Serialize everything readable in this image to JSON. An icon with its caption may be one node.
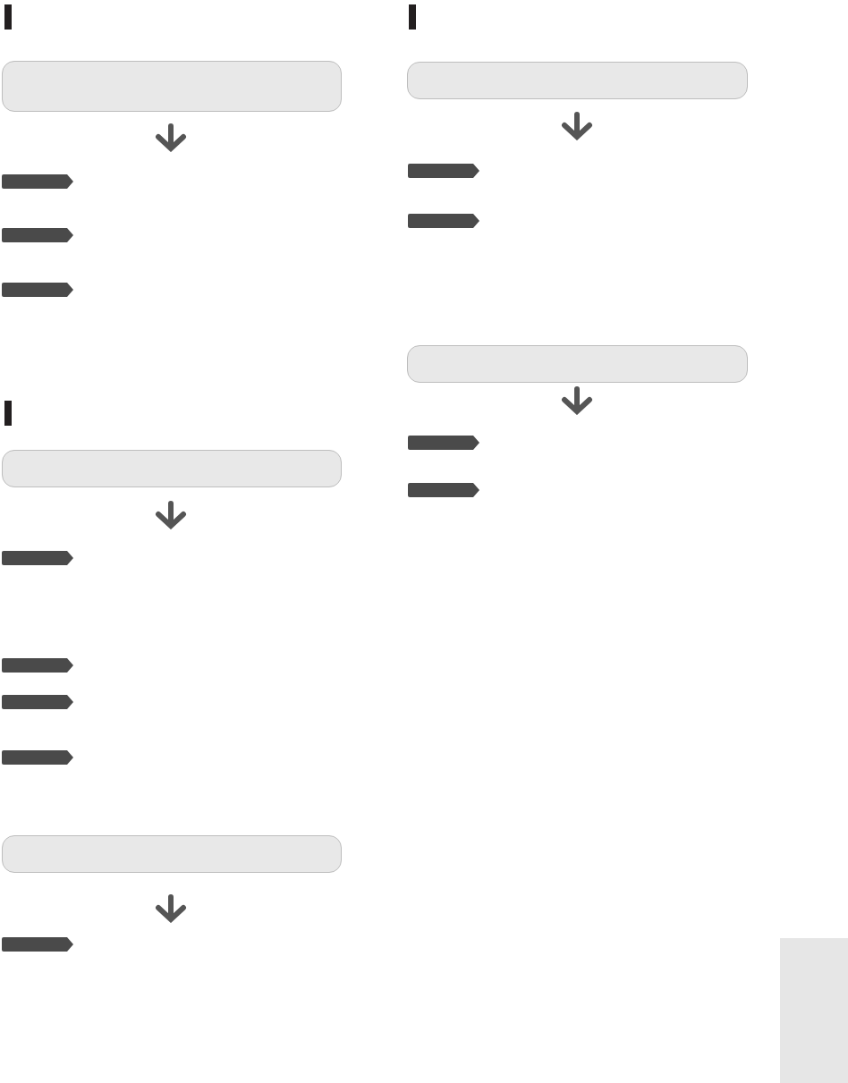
{
  "diagram": {
    "nodes": [
      {
        "text": [],
        "shape": "box"
      },
      {
        "text": [],
        "shape": "bar"
      },
      {
        "text": [],
        "shape": "bar"
      },
      {
        "text": [],
        "shape": "bar"
      },
      {
        "text": [],
        "shape": "box"
      },
      {
        "text": [],
        "shape": "bar"
      },
      {
        "text": [],
        "shape": "bar"
      },
      {
        "text": [],
        "shape": "bar"
      },
      {
        "text": [],
        "shape": "bar"
      },
      {
        "text": [],
        "shape": "box"
      },
      {
        "text": [],
        "shape": "bar"
      },
      {
        "text": [],
        "shape": "box"
      },
      {
        "text": [],
        "shape": "bar"
      },
      {
        "text": [],
        "shape": "bar"
      },
      {
        "text": [],
        "shape": "box"
      },
      {
        "text": [],
        "shape": "bar"
      },
      {
        "text": [],
        "shape": "bar"
      },
      {
        "text": [],
        "shape": "box"
      }
    ]
  }
}
